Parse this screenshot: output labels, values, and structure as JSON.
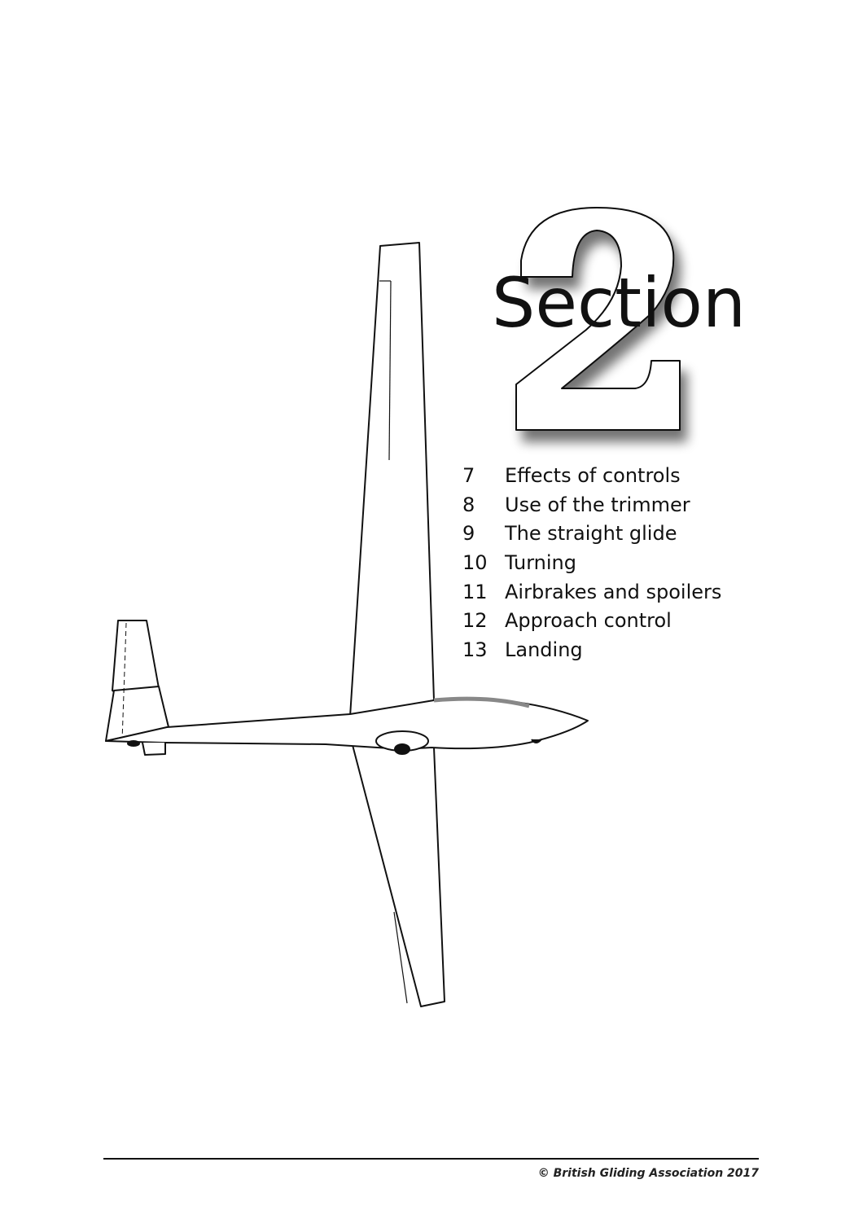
{
  "section": {
    "label": "Section",
    "number": "2"
  },
  "contents": [
    {
      "num": "7",
      "title": "Effects of controls"
    },
    {
      "num": "8",
      "title": "Use of the trimmer"
    },
    {
      "num": "9",
      "title": "The straight glide"
    },
    {
      "num": "10",
      "title": "Turning"
    },
    {
      "num": "11",
      "title": "Airbrakes and spoilers"
    },
    {
      "num": "12",
      "title": "Approach control"
    },
    {
      "num": "13",
      "title": "Landing"
    }
  ],
  "footer": {
    "copyright": "© British Gliding Association 2017"
  }
}
